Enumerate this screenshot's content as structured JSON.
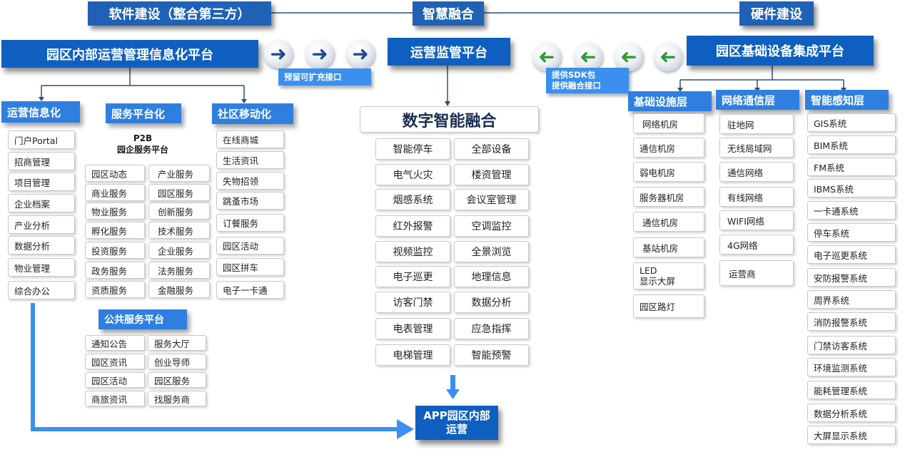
{
  "top": {
    "software": "软件建设（整合第三方）",
    "smart": "智慧融合",
    "hardware": "硬件建设"
  },
  "left_platform": "园区内部运营管理信息化平台",
  "reserve_interface": "预留可扩充接口",
  "monitor_platform": "运营监管平台",
  "sdk_lines": [
    "提供SDK包",
    "提供融合接口"
  ],
  "right_platform": "园区基础设备集成平台",
  "ops_info": {
    "title": "运营信息化",
    "items": [
      "门户Portal",
      "招商管理",
      "项目管理",
      "企业档案",
      "产业分析",
      "数据分析",
      "物业管理",
      "综合办公"
    ]
  },
  "service_platform": {
    "title": "服务平台化",
    "p2b_lines": [
      "P2B",
      "园企服务平台"
    ],
    "col1": [
      "园区动态",
      "商业服务",
      "物业服务",
      "孵化服务",
      "投资服务",
      "政务服务",
      "资质服务"
    ],
    "col2": [
      "产业服务",
      "园区服务",
      "创新服务",
      "技术服务",
      "企业服务",
      "法务服务",
      "金融服务"
    ]
  },
  "public_service": {
    "title": "公共服务平台",
    "col1": [
      "通知公告",
      "园区资讯",
      "园区活动",
      "商旅资讯"
    ],
    "col2": [
      "服务大厅",
      "创业导师",
      "园区服务",
      "找服务商"
    ]
  },
  "community": {
    "title": "社区移动化",
    "items": [
      "在线商城",
      "生活资讯",
      "失物招领",
      "跳蚤市场",
      "订餐服务",
      "园区活动",
      "园区拼车",
      "电子一卡通"
    ]
  },
  "digital": {
    "title": "数字智能融合",
    "col1": [
      "智能停车",
      "电气火灾",
      "烟感系统",
      "红外报警",
      "视频监控",
      "电子巡更",
      "访客门禁",
      "电表管理",
      "电梯管理"
    ],
    "col2": [
      "全部设备",
      "楼资管理",
      "会议室管理",
      "空调监控",
      "全景浏览",
      "地理信息",
      "数据分析",
      "应急指挥",
      "智能预警"
    ]
  },
  "app_box_lines": [
    "APP园区内部",
    "运营"
  ],
  "infra": {
    "title": "基础设施层",
    "items": [
      "网络机房",
      "通信机房",
      "弱电机房",
      "服务器机房",
      "通信机房",
      "基站机房"
    ],
    "led_lines": [
      "LED",
      "显示大屏"
    ],
    "last": "园区路灯"
  },
  "network": {
    "title": "网络通信层",
    "items": [
      "驻地网",
      "无线局域网",
      "通信网络",
      "有线网络",
      "WIFI网络",
      "4G网络",
      "运营商"
    ]
  },
  "sensing": {
    "title": "智能感知层",
    "items": [
      "GIS系统",
      "BIM系统",
      "FM系统",
      "IBMS系统",
      "一卡通系统",
      "停车系统",
      "电子巡更系统",
      "安防报警系统",
      "周界系统",
      "消防报警系统",
      "门禁访客系统",
      "环境监测系统",
      "能耗管理系统",
      "数据分析系统",
      "大屏显示系统"
    ]
  },
  "colors": {
    "header_blue": "#1f62b5",
    "sub_blue": "#2f7fe0",
    "arrow_blue": "#3b8ff0",
    "arrow_green": "#2e9a2e"
  },
  "icons": {
    "right_arrows": "right-arrow-circle-icon",
    "left_arrows": "left-arrow-circle-icon"
  }
}
